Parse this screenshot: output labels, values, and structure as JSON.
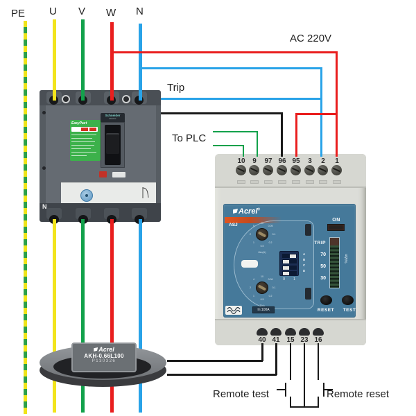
{
  "labels": {
    "pe": "PE",
    "u": "U",
    "v": "V",
    "w": "W",
    "n": "N",
    "ac": "AC 220V",
    "trip": "Trip",
    "to_plc": "To  PLC",
    "remote_test": "Remote test",
    "remote_reset": "Remote reset"
  },
  "breaker": {
    "brand_line1": "Schneider",
    "brand_line2": "Electric",
    "series": "EasyPact",
    "neutral_label": "N"
  },
  "relay": {
    "brand": "Acrel",
    "reg": "®",
    "model": "ASJ",
    "top_terminals": [
      "10",
      "9",
      "97",
      "96",
      "95",
      "3",
      "2",
      "1"
    ],
    "bottom_terminals": [
      "40",
      "41",
      "15",
      "23",
      "16"
    ],
    "on_label": "ON",
    "trip_label": "TRIP",
    "scale": [
      "70",
      "50",
      "30"
    ],
    "bar_unit": "%IΔn",
    "reset_label": "RESET",
    "test_label": "TEST",
    "dip_labels": [
      "A",
      "B",
      "C",
      "D"
    ],
    "dip_zero": "0",
    "dip_one": "1",
    "rating": "In:100A",
    "dial1_ticks": [
      "10",
      "0.05",
      "0.1",
      "0.2",
      "0.5",
      "1",
      "2",
      "5"
    ],
    "dial1_caption": "IΔn(A)",
    "dial2_ticks": [
      "10",
      "0.06",
      "0.1",
      "0.2",
      "0.5",
      "1",
      "2",
      "4"
    ],
    "dial2_caption": "T(s)"
  },
  "ct": {
    "brand": "Acrel",
    "model": "AKH-0.66L100",
    "serial": "P130326"
  },
  "colors": {
    "wire_yellow": "#f2e41c",
    "wire_green": "#12a14b",
    "wire_red": "#e91e1e",
    "wire_blue": "#29a3e8",
    "wire_black": "#1a1a1a",
    "pe_yellow": "#efe41a",
    "pe_green": "#2ba04a",
    "relay_blue": "#45799a",
    "sticker_green": "#3cb14b",
    "stripe_orange": "#e05520"
  }
}
